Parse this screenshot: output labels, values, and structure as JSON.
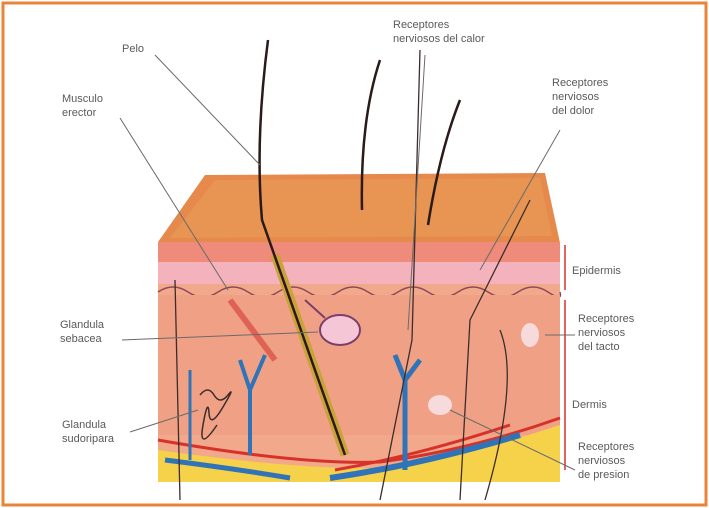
{
  "labels": {
    "pelo": "Pelo",
    "musculo": "Musculo\nerector",
    "receptores_calor_top": "Receptores\nnerviosos del calor",
    "receptores_dolor": "Receptores\nnerviosos\ndel dolor",
    "epidermis": "Epidermis",
    "glandula_sebacea": "Glandula\nsebacea",
    "receptores_tacto": "Receptores\nnerviosos\ndel tacto",
    "dermis": "Dermis",
    "glandula_sudoripara": "Glandula\nsudoripara",
    "receptores_presion": "Receptores\nnerviosos\nde presion"
  },
  "colors": {
    "frame": "#e9843a",
    "epidermis_top": "#e5894b",
    "epidermis_side": "#ef9f86",
    "dermis": "#f2a88a",
    "fat": "#f6d24a",
    "vein": "#2f74b8",
    "artery": "#d6322a",
    "nerve": "#3d2c2c",
    "label": "#5a5a5a"
  }
}
